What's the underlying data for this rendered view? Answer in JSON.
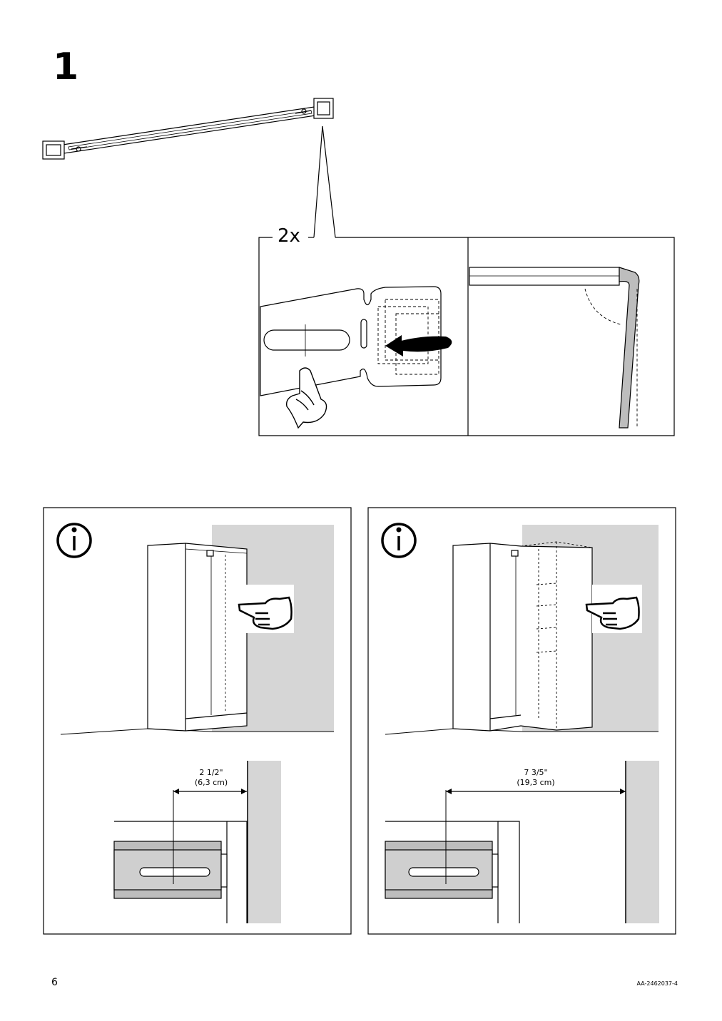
{
  "step": {
    "number": "1"
  },
  "detail": {
    "multiplier": "2x"
  },
  "info_left": {
    "distance_imperial": "2 1/2\"",
    "distance_metric": "(6,3 cm)"
  },
  "info_right": {
    "distance_imperial": "7 3/5\"",
    "distance_metric": "(19,3 cm)"
  },
  "footer": {
    "page_number": "6",
    "doc_code": "AA-2462037-4"
  },
  "icons": [
    "info-icon",
    "pointing-hand-icon",
    "press-finger-icon",
    "rotate-arrow-icon"
  ],
  "colors": {
    "wall_gray": "#d6d6d6",
    "line": "#000000",
    "rail_gray": "#bdbdbd"
  }
}
